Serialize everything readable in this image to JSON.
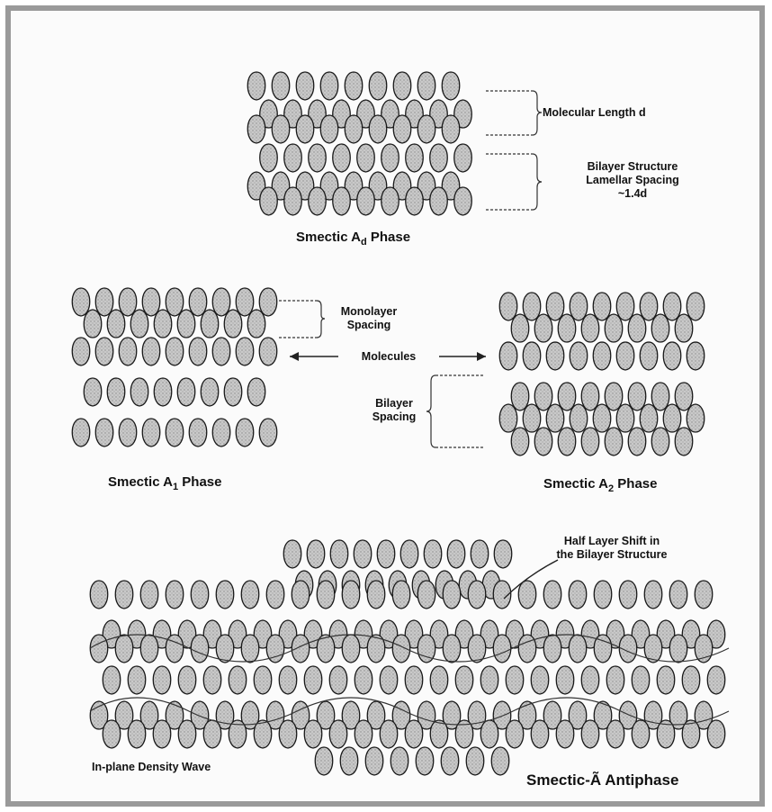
{
  "labels": {
    "molecular_length": "Molecular Length d",
    "bilayer_structure_1": "Bilayer Structure",
    "bilayer_structure_2": "Lamellar Spacing",
    "bilayer_structure_3": "~1.4d",
    "smectic_ad_base": "Smectic A",
    "smectic_ad_sub": "d",
    "phase_word": "Phase",
    "monolayer_1": "Monolayer",
    "monolayer_2": "Spacing",
    "molecules": "Molecules",
    "bilayer_1": "Bilayer",
    "bilayer_2": "Spacing",
    "smectic_a1_base": "Smectic A",
    "smectic_a1_sub": "1",
    "smectic_a2_base": "Smectic A",
    "smectic_a2_sub": "2",
    "half_layer_1": "Half Layer Shift in",
    "half_layer_2": "the Bilayer Structure",
    "density_wave": "In-plane Density Wave",
    "antiphase": "Smectic-Ã  Antiphase"
  },
  "colors": {
    "molecule_fill": "#bdbdbd",
    "molecule_stroke": "#1a1a1a",
    "frame": "#9a9a9a"
  }
}
